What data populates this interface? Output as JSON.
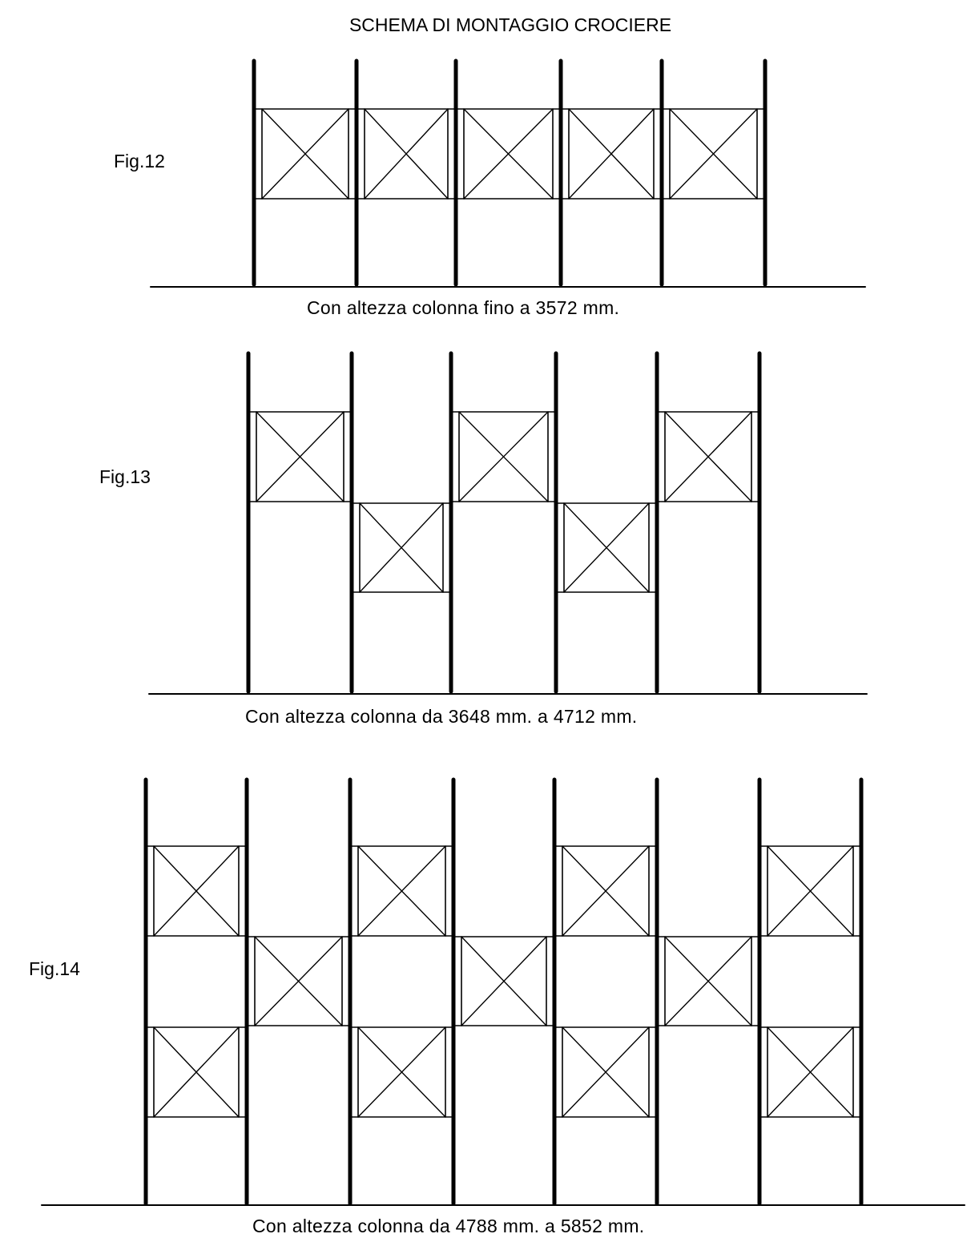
{
  "title": "SCHEMA DI MONTAGGIO CROCIERE",
  "figures": [
    {
      "label": "Fig.12",
      "caption": "Con altezza colonna fino a 3572 mm."
    },
    {
      "label": "Fig.13",
      "caption": "Con altezza colonna da 3648 mm. a 4712 mm."
    },
    {
      "label": "Fig.14",
      "caption": "Con altezza colonna da 4788 mm. a 5852 mm."
    }
  ],
  "colors": {
    "line": "#000000",
    "background": "#ffffff"
  }
}
